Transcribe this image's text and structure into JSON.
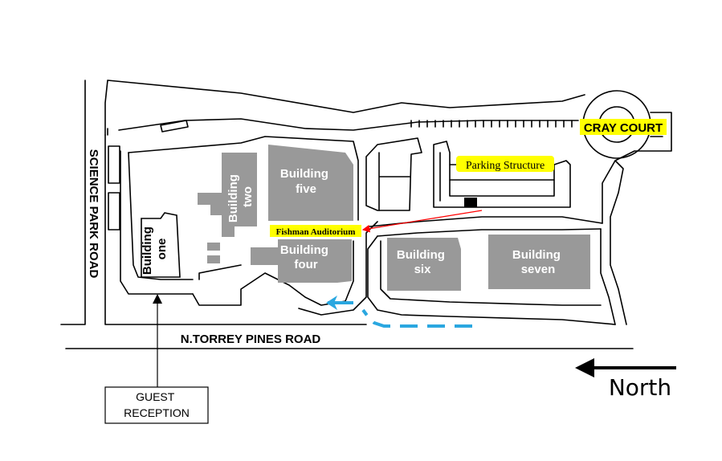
{
  "roads": {
    "science_park": "SCIENCE PARK ROAD",
    "torrey_pines": "N.TORREY PINES ROAD"
  },
  "buildings": {
    "one": [
      "Building",
      "one"
    ],
    "two": [
      "Building",
      "two"
    ],
    "four": [
      "Building",
      "four"
    ],
    "five": [
      "Building",
      "five"
    ],
    "six": [
      "Building",
      "six"
    ],
    "seven": [
      "Building",
      "seven"
    ]
  },
  "labels": {
    "cray_court": "CRAY COURT",
    "parking": "Parking Structure",
    "auditorium": "Fishman Auditorium",
    "guest_reception": [
      "GUEST",
      "RECEPTION"
    ],
    "north": "North"
  },
  "colors": {
    "highlight": "#ffff00",
    "building": "#999999",
    "route": "#2aa7e0",
    "pointer": "#ff0000"
  }
}
